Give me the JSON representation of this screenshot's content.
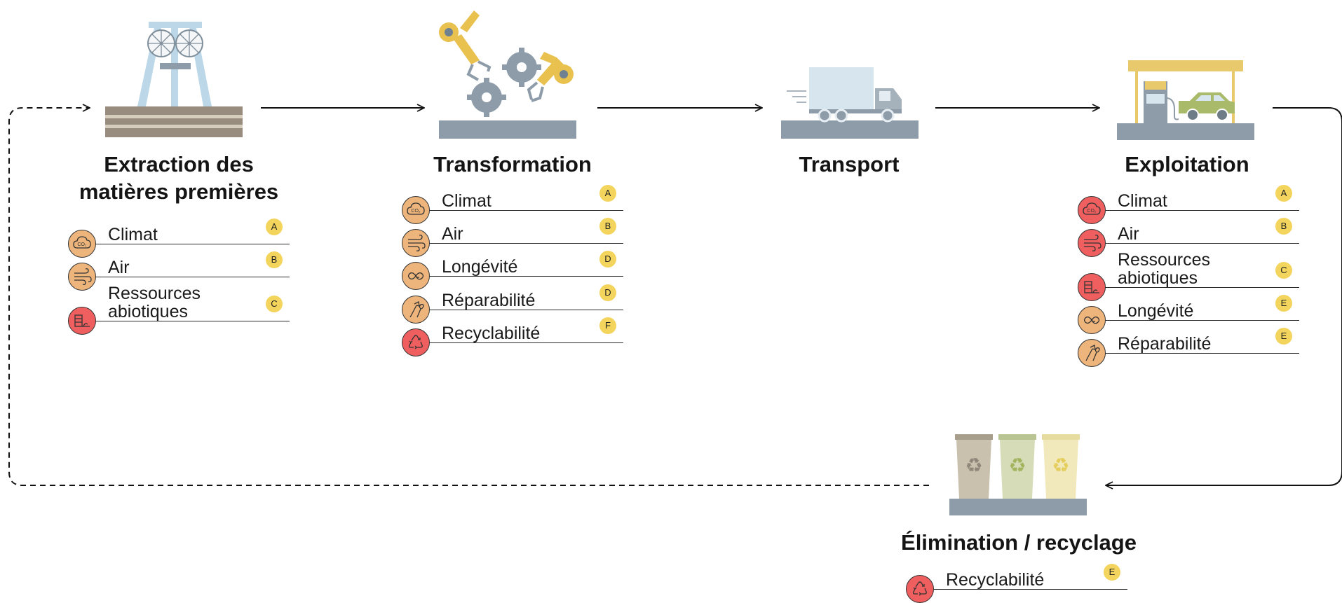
{
  "colors": {
    "icon_bg_orange": "#edb57c",
    "icon_bg_red": "#ef5f5f",
    "grade_badge": "#f3d45c",
    "base_gray": "#8d9ca8",
    "arrow": "#111111"
  },
  "stages": [
    {
      "id": "extraction",
      "title_lines": [
        "Extraction des",
        "matières premières"
      ],
      "illustration": "mine-headframe-icon",
      "metrics": [
        {
          "label": "Climat",
          "grade": "A",
          "icon": "co2-cloud-icon",
          "tone": "orange"
        },
        {
          "label": "Air",
          "grade": "B",
          "icon": "wind-icon",
          "tone": "orange"
        },
        {
          "label_lines": [
            "Ressources",
            "abiotiques"
          ],
          "grade": "C",
          "icon": "resources-icon",
          "tone": "red"
        }
      ]
    },
    {
      "id": "transformation",
      "title_lines": [
        "Transformation"
      ],
      "illustration": "robot-arms-gears-icon",
      "metrics": [
        {
          "label": "Climat",
          "grade": "A",
          "icon": "co2-cloud-icon",
          "tone": "orange"
        },
        {
          "label": "Air",
          "grade": "B",
          "icon": "wind-icon",
          "tone": "orange"
        },
        {
          "label": "Longévité",
          "grade": "D",
          "icon": "infinity-arrow-icon",
          "tone": "orange"
        },
        {
          "label": "Réparabilité",
          "grade": "D",
          "icon": "tools-icon",
          "tone": "orange"
        },
        {
          "label": "Recyclabilité",
          "grade": "F",
          "icon": "recycle-icon",
          "tone": "red"
        }
      ]
    },
    {
      "id": "transport",
      "title_lines": [
        "Transport"
      ],
      "illustration": "delivery-truck-icon",
      "metrics": []
    },
    {
      "id": "exploitation",
      "title_lines": [
        "Exploitation"
      ],
      "illustration": "gas-station-car-icon",
      "metrics": [
        {
          "label": "Climat",
          "grade": "A",
          "icon": "co2-cloud-icon",
          "tone": "red"
        },
        {
          "label": "Air",
          "grade": "B",
          "icon": "wind-icon",
          "tone": "red"
        },
        {
          "label_lines": [
            "Ressources",
            "abiotiques"
          ],
          "grade": "C",
          "icon": "resources-icon",
          "tone": "red"
        },
        {
          "label": "Longévité",
          "grade": "E",
          "icon": "infinity-arrow-icon",
          "tone": "orange"
        },
        {
          "label": "Réparabilité",
          "grade": "E",
          "icon": "tools-icon",
          "tone": "orange"
        }
      ]
    },
    {
      "id": "elimination",
      "title_lines": [
        "Élimination / recyclage"
      ],
      "illustration": "recycling-bins-icon",
      "metrics": [
        {
          "label": "Recyclabilité",
          "grade": "E",
          "icon": "recycle-icon",
          "tone": "red"
        }
      ]
    }
  ]
}
